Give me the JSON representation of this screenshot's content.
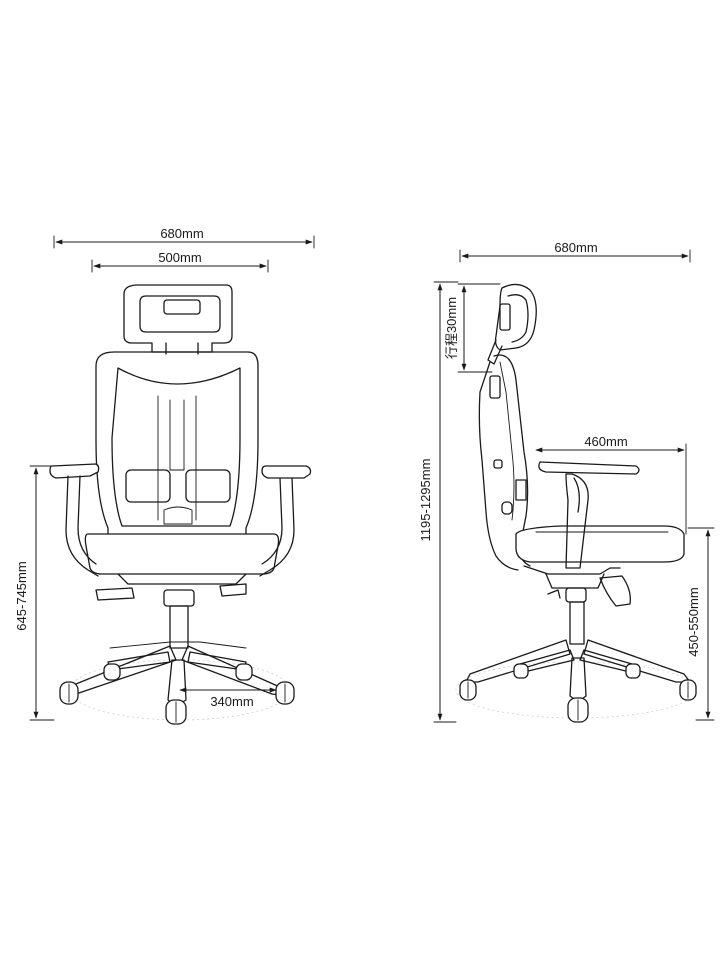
{
  "labels": {
    "front_width": "680mm",
    "back_width": "500mm",
    "side_depth": "680mm",
    "arm_height": "645-745mm",
    "base_gap": "340mm",
    "headrest_travel": "行程30mm",
    "total_height": "1195-1295mm",
    "arm_depth": "460mm",
    "seat_height": "450-550mm"
  }
}
